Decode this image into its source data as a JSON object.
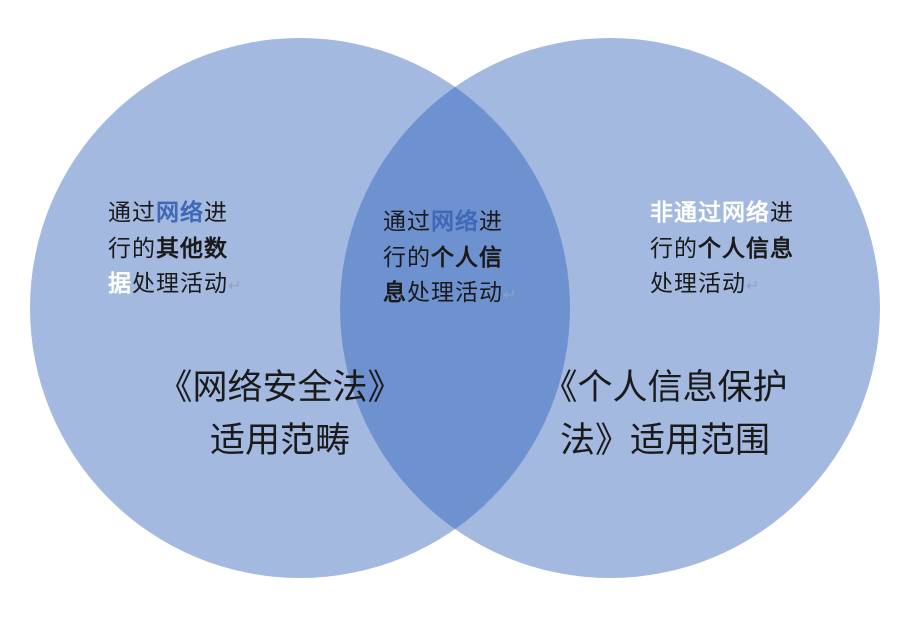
{
  "colors": {
    "left_circle": "#a3b9df",
    "right_circle": "#a3b9df",
    "overlap": "#6e91d0",
    "highlight_blue": "#3f69b7",
    "highlight_white": "#ffffff",
    "text": "#1a1a1a"
  },
  "left_region": {
    "line1_a": "通过",
    "line1_b": "网络",
    "line1_c": "进",
    "line2_a": "行的",
    "line2_b": "其他数",
    "line3_a": "据",
    "line3_b": "处理活动",
    "mark": "↵"
  },
  "overlap_region": {
    "line1_a": "通过",
    "line1_b": "网络",
    "line1_c": "进",
    "line2_a": "行的",
    "line2_b": "个人信",
    "line3_a": "息",
    "line3_b": "处理活动",
    "mark": "↵"
  },
  "right_region": {
    "line1_a": "非通过网络",
    "line1_b": "进",
    "line2_a": "行的",
    "line2_b": "个人信息",
    "line3_a": "处理活动",
    "mark": "↵"
  },
  "left_label": {
    "line1": "《网络安全法》",
    "line2": "适用范畴"
  },
  "right_label": {
    "line1": "《个人信息保护",
    "line2": "法》适用范围"
  }
}
